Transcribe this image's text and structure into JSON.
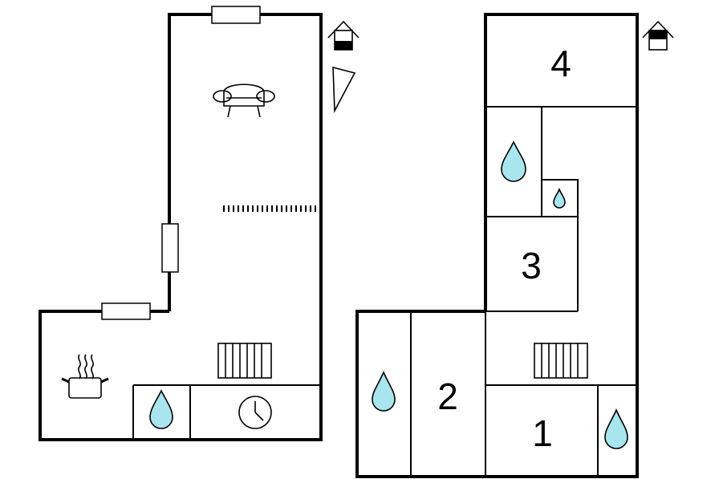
{
  "floors": [
    {
      "rooms": []
    },
    {
      "rooms": [
        {
          "number": "1"
        },
        {
          "number": "2"
        },
        {
          "number": "3"
        },
        {
          "number": "4"
        }
      ]
    }
  ],
  "icons": {
    "bathroom": "water-drop-icon",
    "kitchen": "cooking-pot-icon",
    "living": "sofa-icon",
    "heating": "radiator-icon",
    "clock": "clock-icon",
    "entrance": "house-entrance-icon",
    "stairs": "stairs-icon"
  },
  "colors": {
    "water": "#a9e5ee",
    "walls": "#000000",
    "background": "#ffffff"
  }
}
